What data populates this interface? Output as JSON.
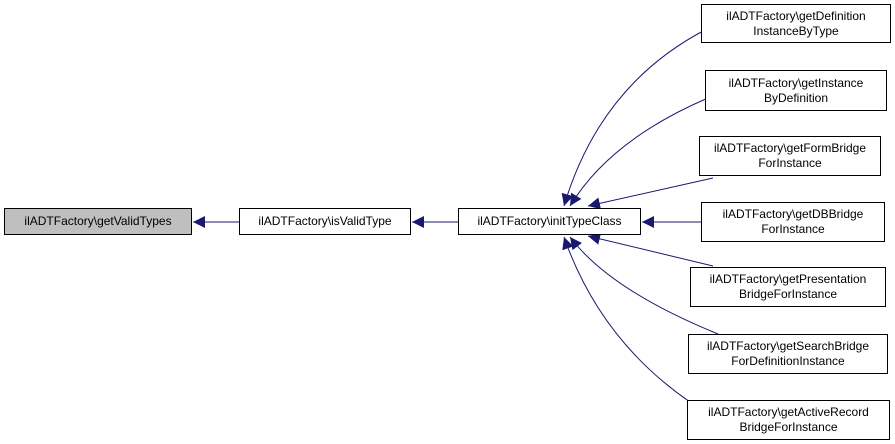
{
  "colors": {
    "edge": "#191970",
    "current_node_fill": "#bfbfbf",
    "node_border": "#000000"
  },
  "nodes": [
    {
      "id": "getValidTypes",
      "lines": [
        "ilADTFactory\\getValidTypes"
      ],
      "current": true
    },
    {
      "id": "isValidType",
      "lines": [
        "ilADTFactory\\isValidType"
      ]
    },
    {
      "id": "initTypeClass",
      "lines": [
        "ilADTFactory\\initTypeClass"
      ]
    },
    {
      "id": "getDefinitionInstanceByType",
      "lines": [
        "ilADTFactory\\getDefinition",
        "InstanceByType"
      ]
    },
    {
      "id": "getInstanceByDefinition",
      "lines": [
        "ilADTFactory\\getInstance",
        "ByDefinition"
      ]
    },
    {
      "id": "getFormBridgeForInstance",
      "lines": [
        "ilADTFactory\\getFormBridge",
        "ForInstance"
      ]
    },
    {
      "id": "getDBBridgeForInstance",
      "lines": [
        "ilADTFactory\\getDBBridge",
        "ForInstance"
      ]
    },
    {
      "id": "getPresentationBridgeForInstance",
      "lines": [
        "ilADTFactory\\getPresentation",
        "BridgeForInstance"
      ]
    },
    {
      "id": "getSearchBridgeForDefinitionInstance",
      "lines": [
        "ilADTFactory\\getSearchBridge",
        "ForDefinitionInstance"
      ]
    },
    {
      "id": "getActiveRecordBridgeForInstance",
      "lines": [
        "ilADTFactory\\getActiveRecord",
        "BridgeForInstance"
      ]
    }
  ],
  "edges": [
    {
      "from": "isValidType",
      "to": "getValidTypes"
    },
    {
      "from": "initTypeClass",
      "to": "isValidType"
    },
    {
      "from": "getDefinitionInstanceByType",
      "to": "initTypeClass"
    },
    {
      "from": "getInstanceByDefinition",
      "to": "initTypeClass"
    },
    {
      "from": "getFormBridgeForInstance",
      "to": "initTypeClass"
    },
    {
      "from": "getDBBridgeForInstance",
      "to": "initTypeClass"
    },
    {
      "from": "getPresentationBridgeForInstance",
      "to": "initTypeClass"
    },
    {
      "from": "getSearchBridgeForDefinitionInstance",
      "to": "initTypeClass"
    },
    {
      "from": "getActiveRecordBridgeForInstance",
      "to": "initTypeClass"
    }
  ]
}
